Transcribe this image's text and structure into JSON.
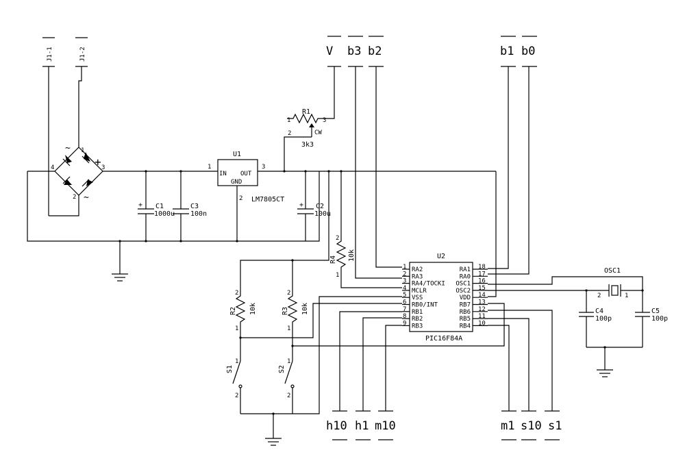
{
  "connectors": {
    "j1_1": "J1-1",
    "j1_2": "J1-2",
    "V": "V",
    "b3": "b3",
    "b2": "b2",
    "b1": "b1",
    "b0": "b0",
    "h10": "h10",
    "h1": "h1",
    "m10": "m10",
    "m1": "m1",
    "s10": "s10",
    "s1": "s1"
  },
  "bridge": {
    "pin1": "1",
    "pin2": "2",
    "pin3": "3",
    "pin4": "4",
    "plus": "+",
    "ac_top": "~",
    "ac_bot": "~"
  },
  "regulator": {
    "ref": "U1",
    "in": "IN",
    "out": "OUT",
    "gnd": "GND",
    "pin_in": "1",
    "pin_gnd": "2",
    "pin_out": "3",
    "part": "LM7805CT"
  },
  "pot": {
    "ref": "R1",
    "value": "3k3",
    "cw": "CW",
    "p1": "1",
    "p2": "2",
    "p3": "3"
  },
  "caps": {
    "c1": {
      "ref": "C1",
      "value": "1000u",
      "plus": "+"
    },
    "c2": {
      "ref": "C2",
      "value": "100u",
      "plus": "+"
    },
    "c3": {
      "ref": "C3",
      "value": "100n"
    },
    "c4": {
      "ref": "C4",
      "value": "100p"
    },
    "c5": {
      "ref": "C5",
      "value": "100p"
    }
  },
  "resistors": {
    "r2": {
      "ref": "R2",
      "value": "10k",
      "p1": "1",
      "p2": "2"
    },
    "r3": {
      "ref": "R3",
      "value": "10k",
      "p1": "1",
      "p2": "2"
    },
    "r4": {
      "ref": "R4",
      "value": "10k",
      "p1": "1",
      "p2": "2"
    }
  },
  "switches": {
    "s1": {
      "ref": "S1",
      "p1": "1",
      "p2": "2"
    },
    "s2": {
      "ref": "S2",
      "p1": "1",
      "p2": "2"
    }
  },
  "mcu": {
    "ref": "U2",
    "part": "PIC16F84A",
    "left_pins": [
      {
        "num": "1",
        "name": "RA2"
      },
      {
        "num": "2",
        "name": "RA3"
      },
      {
        "num": "3",
        "name": "RA4/TOCKI"
      },
      {
        "num": "4",
        "name": "MCLR"
      },
      {
        "num": "5",
        "name": "VSS"
      },
      {
        "num": "6",
        "name": "RB0/INT"
      },
      {
        "num": "7",
        "name": "RB1"
      },
      {
        "num": "8",
        "name": "RB2"
      },
      {
        "num": "9",
        "name": "RB3"
      }
    ],
    "right_pins": [
      {
        "num": "18",
        "name": "RA1"
      },
      {
        "num": "17",
        "name": "RA0"
      },
      {
        "num": "16",
        "name": "OSC1"
      },
      {
        "num": "15",
        "name": "OSC2"
      },
      {
        "num": "14",
        "name": "VDD"
      },
      {
        "num": "13",
        "name": "RB7"
      },
      {
        "num": "12",
        "name": "RB6"
      },
      {
        "num": "11",
        "name": "RB5"
      },
      {
        "num": "10",
        "name": "RB4"
      }
    ]
  },
  "osc": {
    "ref": "OSC1",
    "p1": "1",
    "p2": "2"
  }
}
